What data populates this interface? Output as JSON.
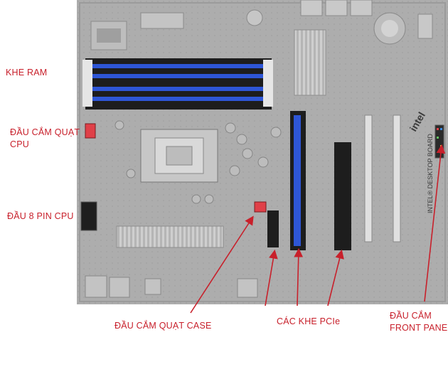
{
  "labels": {
    "ram_slots": "KHE RAM",
    "cpu_fan_header": [
      "ĐẦU CẮM QUẠT",
      "CPU"
    ],
    "cpu_8pin": "ĐẦU 8 PIN CPU",
    "case_fan_header": "ĐẦU CẮM QUẠT CASE",
    "pcie_slots": "CÁC KHE PCIe",
    "front_panel": [
      "ĐẦU CẮM",
      "FRONT PANEL"
    ]
  },
  "board_text": {
    "brand": "intel",
    "model": "INTEL® DESKTOP BOARD"
  },
  "colors": {
    "label": "#c8202b",
    "arrow": "#c8202b",
    "ram_slot": "#2e56d6",
    "pcie_slot": "#2e56d6",
    "fan_connector": "#e04048",
    "board": "#a9a9a9"
  }
}
